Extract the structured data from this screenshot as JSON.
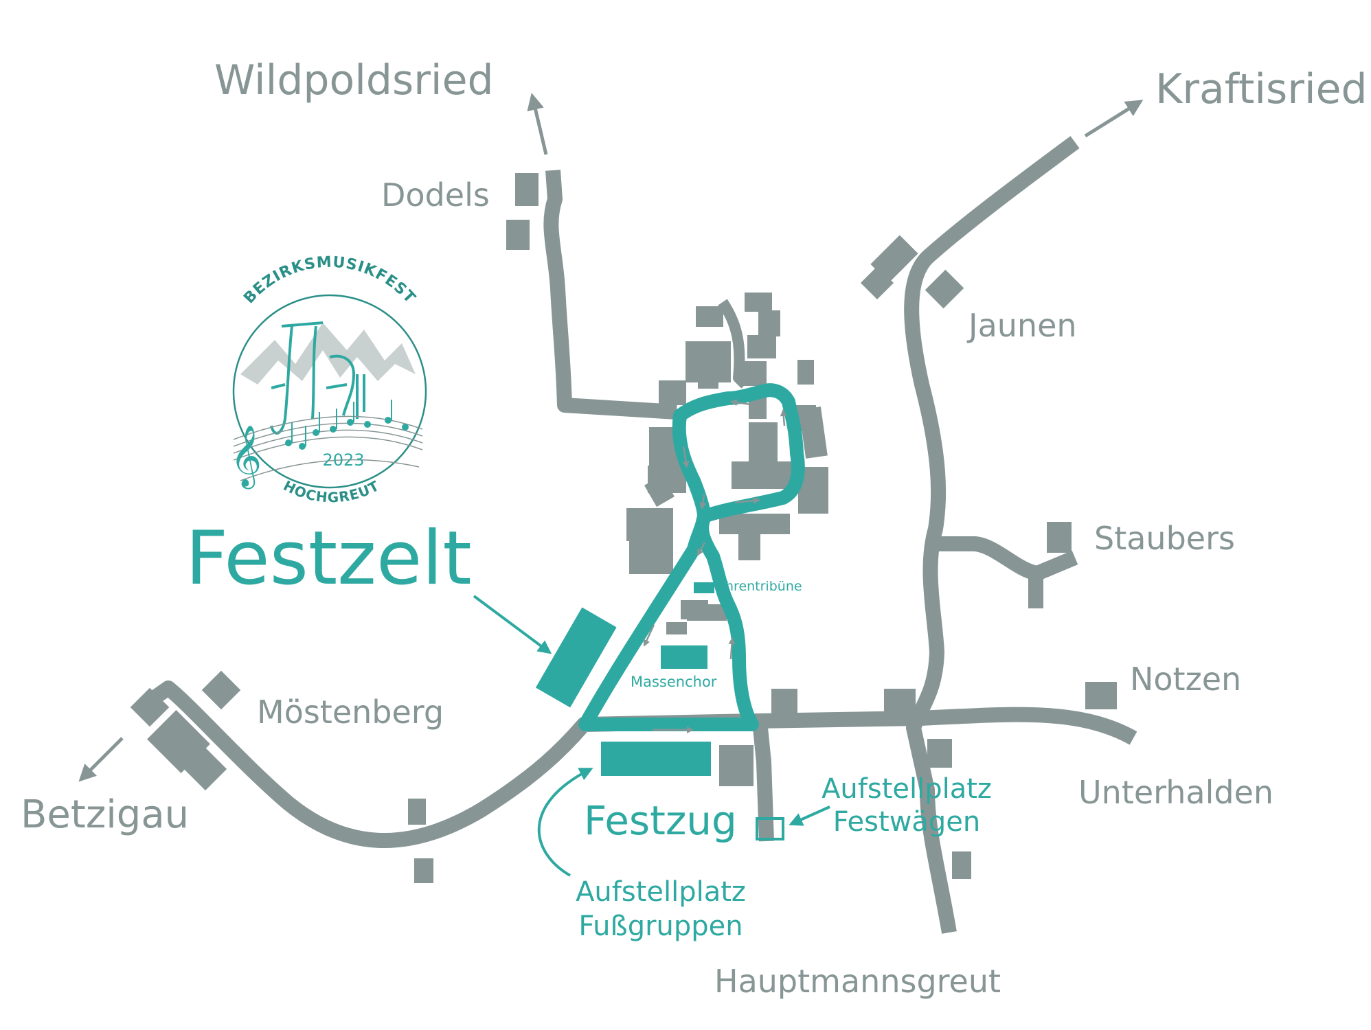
{
  "colors": {
    "road": "#879595",
    "building": "#879595",
    "accent": "#2ea9a1",
    "logo_dark": "#2a8f87",
    "mountain": "#c9d0d0"
  },
  "places": {
    "wildpoldsried": "Wildpoldsried",
    "kraftisried": "Kraftisried",
    "dodels": "Dodels",
    "jaunen": "Jaunen",
    "staubers": "Staubers",
    "notzen": "Notzen",
    "moestenberg": "Möstenberg",
    "betzigau": "Betzigau",
    "unterhalden": "Unterhalden",
    "hauptmannsgreut": "Hauptmannsgreut"
  },
  "event_labels": {
    "festzelt": "Festzelt",
    "festzug": "Festzug",
    "ehrentribuene": "Ehrentribüne",
    "massenchor": "Massenchor",
    "aufstellplatz_festwaegen_1": "Aufstellplatz",
    "aufstellplatz_festwaegen_2": "Festwägen",
    "aufstellplatz_fussgruppen_1": "Aufstellplatz",
    "aufstellplatz_fussgruppen_2": "Fußgruppen"
  },
  "logo": {
    "arc_top": "BEZIRKSMUSIKFEST",
    "year": "2023",
    "arc_bottom": "HOCHGREUT"
  },
  "icons": {
    "direction_arrow": "arrow-icon",
    "clef": "treble-clef-icon"
  }
}
